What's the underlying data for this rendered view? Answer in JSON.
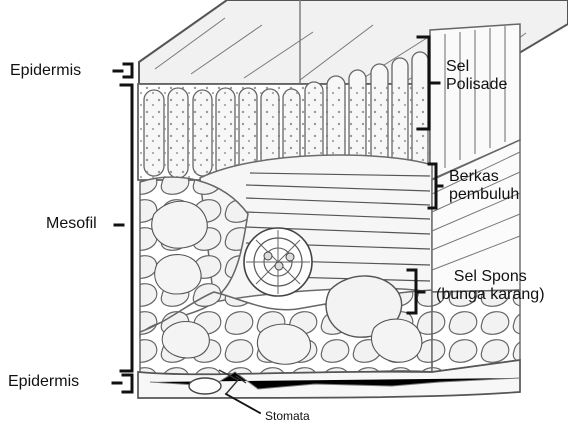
{
  "labels": {
    "epidermis_top": "Epidermis",
    "mesofil": "Mesofil",
    "epidermis_bottom": "Epidermis",
    "sel_polisade_line1": "Sel",
    "sel_polisade_line2": "Polisade",
    "berkas_line1": "Berkas",
    "berkas_line2": "pembuluh",
    "sel_spons_line1": "Sel Spons",
    "sel_spons_line2": "(bunga karang)",
    "stomata": "Stomata"
  }
}
